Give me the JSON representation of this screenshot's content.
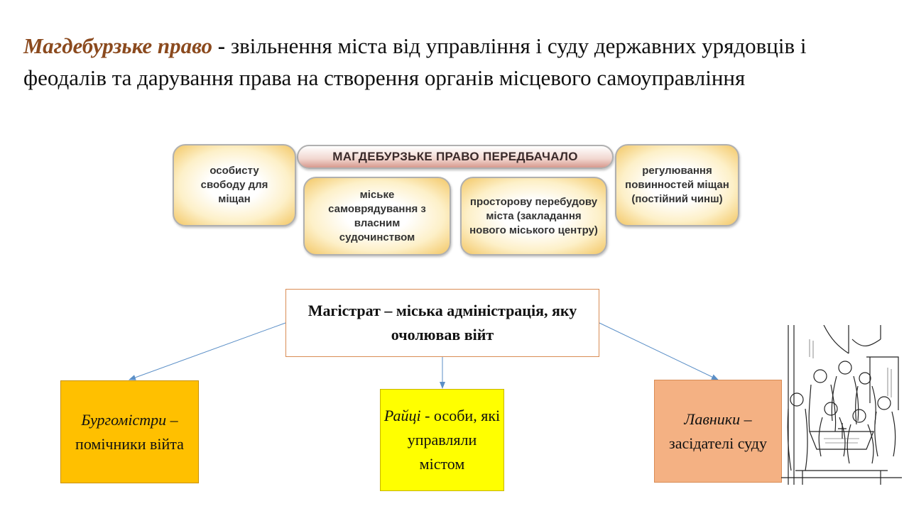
{
  "heading": {
    "term": "Магдебурзьке право",
    "dash": " - ",
    "definition": "звільнення міста від управління і суду державних урядовців і феодалів та дарування права на створення органів місцевого самоуправління"
  },
  "scheme": {
    "header": "МАГДЕБУРЗЬКЕ ПРАВО ПЕРЕДБАЧАЛО",
    "items": [
      "особисту свободу для міщан",
      "міське самоврядування з власним судочинством",
      "просторову перебудову міста (закладання нового міського центру)",
      "регулювання повинностей міщан (постійний чинш)"
    ]
  },
  "org": {
    "magistrat": "Магістрат – міська адміністрація, яку очолював війт",
    "burgomasters": {
      "term": "Бургомістри",
      "desc": "– помічники війта"
    },
    "raytsi": {
      "term": "Райці",
      "desc": "- особи, які управляли містом"
    },
    "lavnyky": {
      "term": "Лавники",
      "desc": "– засідателі суду"
    }
  },
  "colors": {
    "term": "#8b4a1e",
    "burgomasters": "#ffc000",
    "raytsi": "#ffff00",
    "lavnyky": "#f4b183",
    "connector": "#5b8fc7"
  }
}
